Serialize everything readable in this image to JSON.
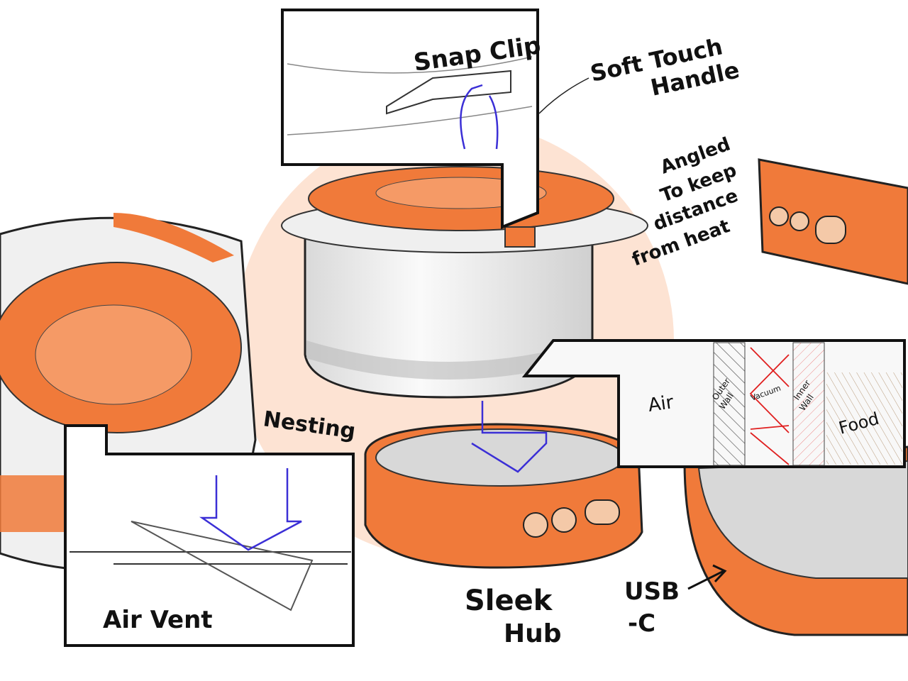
{
  "colors": {
    "accent": "#f07a3a",
    "accent_light": "#f9c9a8",
    "blob": "#fde3d3",
    "ink": "#111111",
    "arrow": "#3b2fd6",
    "heat": "#e02020",
    "food": "#a88a6a"
  },
  "annotations": {
    "snap_clip": "Snap Clip",
    "soft_touch_line1": "Soft Touch",
    "soft_touch_line2": "Handle",
    "angled_line1": "Angled",
    "angled_line2": "To keep",
    "angled_line3": "distance",
    "angled_line4": "from heat",
    "nesting": "Nesting",
    "air_vent": "Air Vent",
    "sleek_line1": "Sleek",
    "sleek_line2": "Hub",
    "usb_line1": "USB",
    "usb_line2": "-C"
  },
  "insulation_diagram": {
    "air": "Air",
    "outer_wall_1": "Outer",
    "outer_wall_2": "Wall",
    "vacuum": "Vacuum",
    "inner_wall_1": "Inner",
    "inner_wall_2": "Wall",
    "food": "Food"
  }
}
